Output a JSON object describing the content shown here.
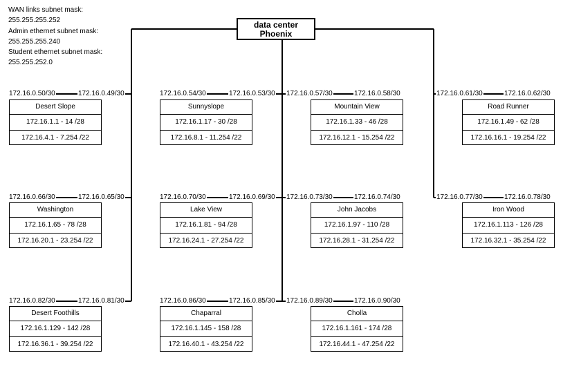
{
  "notes": {
    "wan_label": "WAN links subnet mask:",
    "wan_mask": "255.255.255.252",
    "admin_label": "Admin ethernet subnet mask:",
    "admin_mask": "255.255.255.240",
    "student_label": "Student ethernet subnet mask:",
    "student_mask": "255.255.252.0"
  },
  "data_center": {
    "line1": "data center",
    "line2": "Phoenix"
  },
  "sites": [
    {
      "name": "Desert Slope",
      "admin": "172.16.1.1 - 14 /28",
      "student": "172.16.4.1 - 7.254 /22",
      "ip_left": "172.16.0.50/30",
      "ip_right": "172.16.0.49/30"
    },
    {
      "name": "Sunnyslope",
      "admin": "172.16.1.17 - 30 /28",
      "student": "172.16.8.1 - 11.254 /22",
      "ip_left": "172.16.0.54/30",
      "ip_right": "172.16.0.53/30"
    },
    {
      "name": "Mountain View",
      "admin": "172.16.1.33 - 46 /28",
      "student": "172.16.12.1 - 15.254 /22",
      "ip_left": "172.16.0.57/30",
      "ip_right": "172.16.0.58/30"
    },
    {
      "name": "Road Runner",
      "admin": "172.16.1.49 - 62 /28",
      "student": "172.16.16.1 - 19.254 /22",
      "ip_left": "172.16.0.61/30",
      "ip_right": "172.16.0.62/30"
    },
    {
      "name": "Washington",
      "admin": "172.16.1.65 - 78 /28",
      "student": "172.16.20.1 - 23.254 /22",
      "ip_left": "172.16.0.66/30",
      "ip_right": "172.16.0.65/30"
    },
    {
      "name": "Lake View",
      "admin": "172.16.1.81  - 94 /28",
      "student": "172.16.24.1 - 27.254 /22",
      "ip_left": "172.16.0.70/30",
      "ip_right": "172.16.0.69/30"
    },
    {
      "name": "John Jacobs",
      "admin": "172.16.1.97 - 110 /28",
      "student": "172.16.28.1 - 31.254 /22",
      "ip_left": "172.16.0.73/30",
      "ip_right": "172.16.0.74/30"
    },
    {
      "name": "Iron Wood",
      "admin": "172.16.1.113 - 126 /28",
      "student": "172.16.32.1 - 35.254 /22",
      "ip_left": "172.16.0.77/30",
      "ip_right": "172.16.0.78/30"
    },
    {
      "name": "Desert Foothills",
      "admin": "172.16.1.129 - 142 /28",
      "student": "172.16.36.1 - 39.254 /22",
      "ip_left": "172.16.0.82/30",
      "ip_right": "172.16.0.81/30"
    },
    {
      "name": "Chaparral",
      "admin": "172.16.1.145 - 158 /28",
      "student": "172.16.40.1 - 43.254 /22",
      "ip_left": "172.16.0.86/30",
      "ip_right": "172.16.0.85/30"
    },
    {
      "name": "Cholla",
      "admin": "172.16.1.161 - 174 /28",
      "student": "172.16.44.1 - 47.254 /22",
      "ip_left": "172.16.0.89/30",
      "ip_right": "172.16.0.90/30"
    }
  ]
}
